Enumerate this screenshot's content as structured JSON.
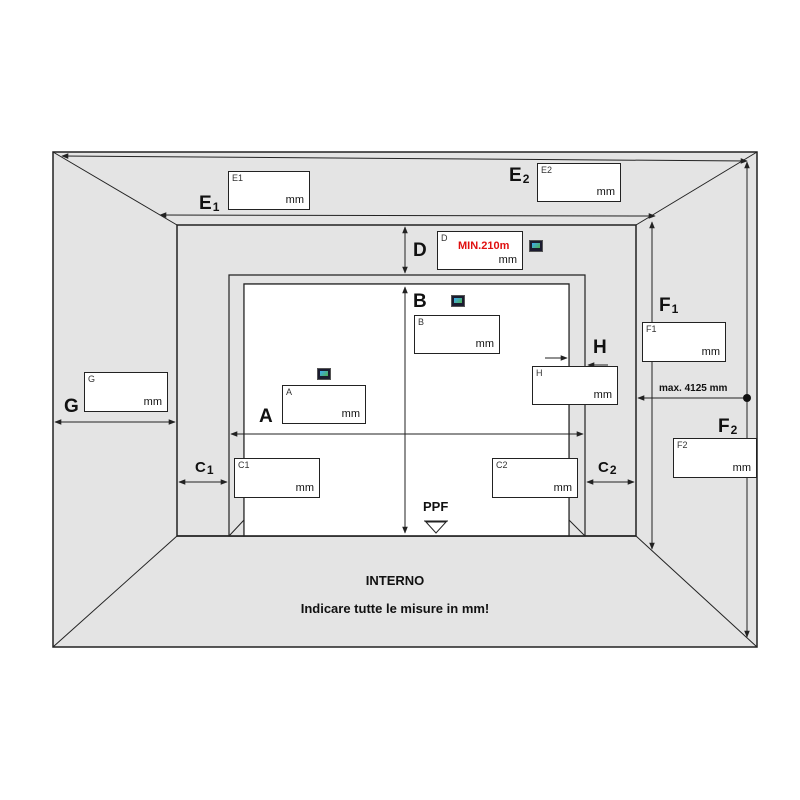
{
  "labels": {
    "E1": "E",
    "E1_sub": "1",
    "E2": "E",
    "E2_sub": "2",
    "D": "D",
    "B": "B",
    "H": "H",
    "A": "A",
    "G": "G",
    "C1": "C",
    "C1_sub": "1",
    "C2": "C",
    "C2_sub": "2",
    "F1": "F",
    "F1_sub": "1",
    "F2": "F",
    "F2_sub": "2"
  },
  "fields": {
    "E1": {
      "code": "E1",
      "unit": "mm"
    },
    "E2": {
      "code": "E2",
      "unit": "mm"
    },
    "D": {
      "code": "D",
      "unit": "mm",
      "warning": "MIN.210m"
    },
    "B": {
      "code": "B",
      "unit": "mm"
    },
    "H": {
      "code": "H",
      "unit": "mm"
    },
    "A": {
      "code": "A",
      "unit": "mm"
    },
    "G": {
      "code": "G",
      "unit": "mm"
    },
    "C1": {
      "code": "C1",
      "unit": "mm"
    },
    "C2": {
      "code": "C2",
      "unit": "mm"
    },
    "F1": {
      "code": "F1",
      "unit": "mm"
    },
    "F2": {
      "code": "F2",
      "unit": "mm"
    }
  },
  "max_width_note": "max. 4125 mm",
  "ppf": "PPF",
  "interior_label": "INTERNO",
  "instruction": "Indicare tutte le misure in mm!",
  "colors": {
    "wall_fill": "#e4e4e4",
    "opening_fill": "#ffffff",
    "line": "#222222",
    "warning": "#e01010"
  }
}
